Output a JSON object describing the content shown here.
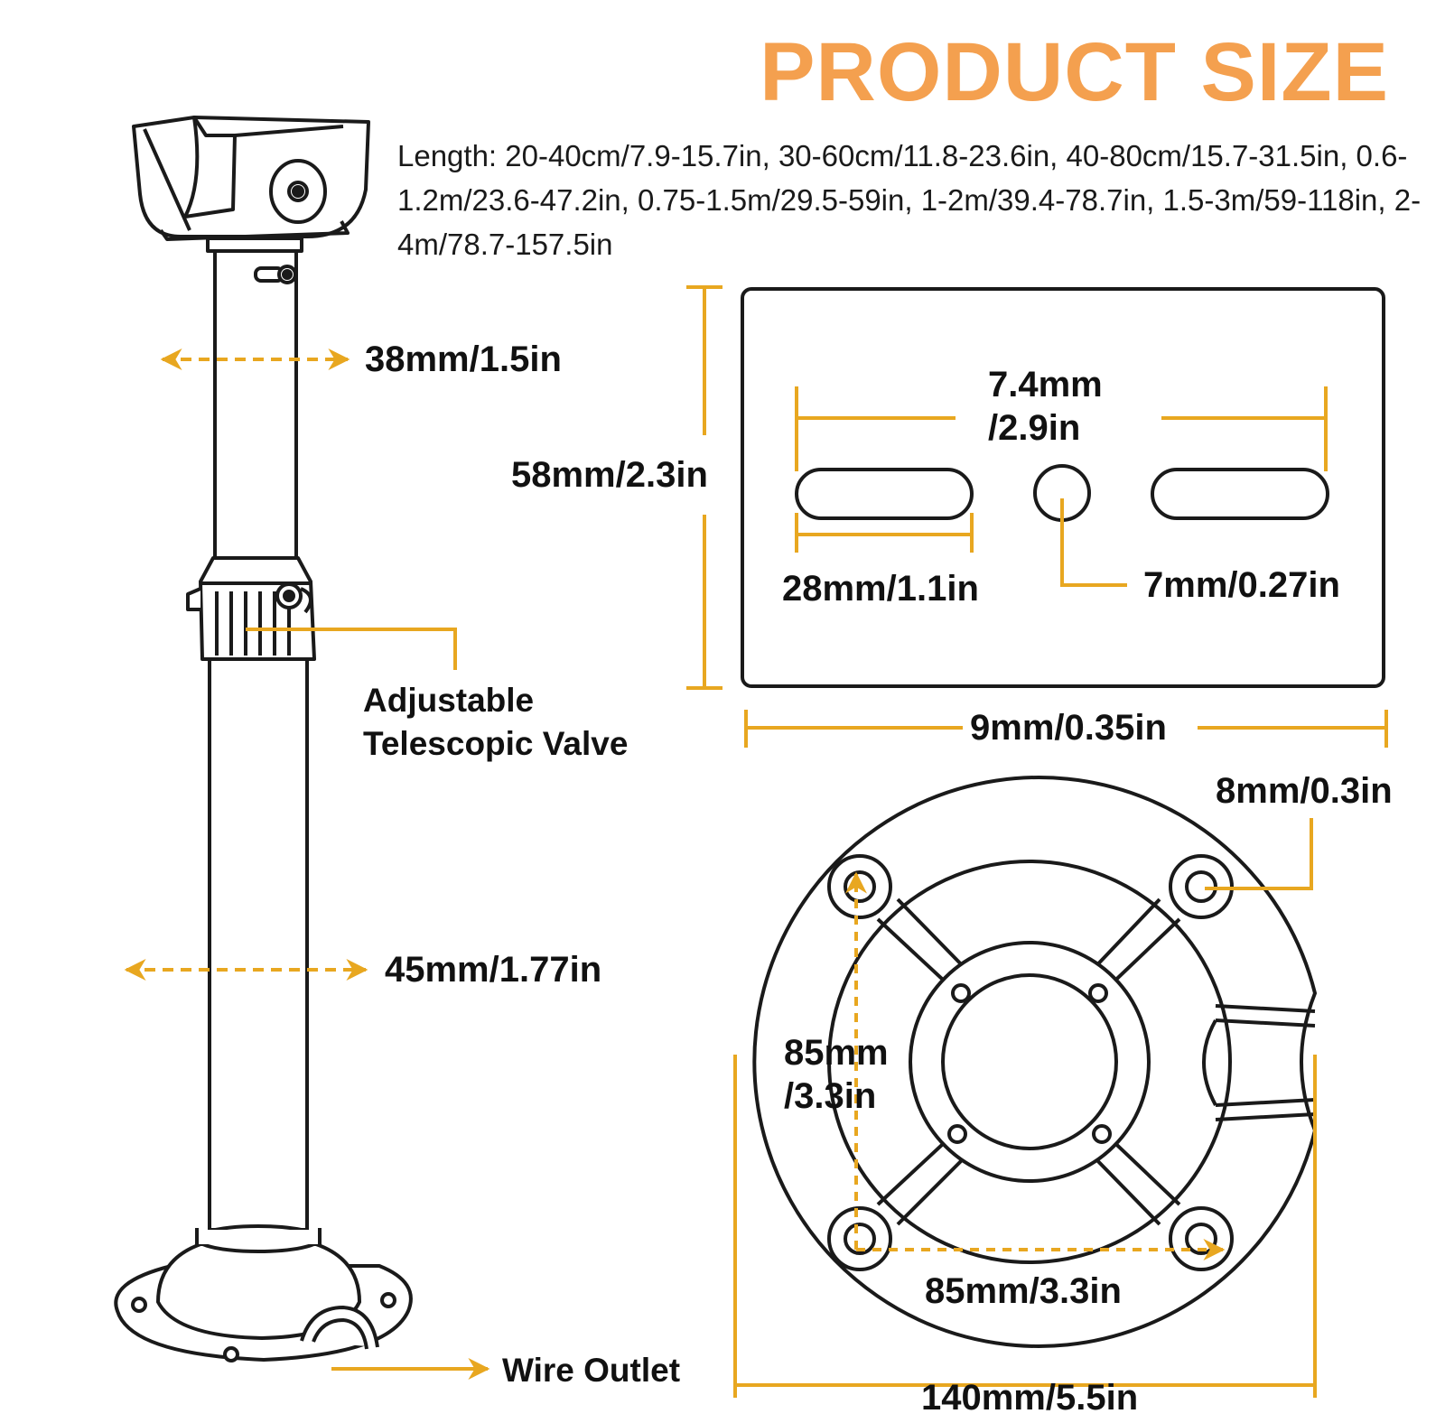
{
  "title": "PRODUCT SIZE",
  "length_spec": "Length: 20-40cm/7.9-15.7in, 30-60cm/11.8-23.6in, 40-80cm/15.7-31.5in, 0.6-1.2m/23.6-47.2in, 0.75-1.5m/29.5-59in, 1-2m/39.4-78.7in, 1.5-3m/59-118in, 2-4m/78.7-157.5in",
  "colors": {
    "title": "#F4A04F",
    "dimension": "#E8A720",
    "outline": "#1a1a1a"
  },
  "pole": {
    "top_diameter": "38mm/1.5in",
    "bottom_diameter": "45mm/1.77in",
    "valve_label_line1": "Adjustable",
    "valve_label_line2": "Telescopic Valve",
    "wire_outlet": "Wire Outlet"
  },
  "mount_plate": {
    "height": "58mm/2.3in",
    "slot_spacing_line1": "7.4mm",
    "slot_spacing_line2": "/2.9in",
    "slot_length": "28mm/1.1in",
    "hole_diameter": "7mm/0.27in",
    "thickness": "9mm/0.35in"
  },
  "base": {
    "hole_diameter": "8mm/0.3in",
    "vertical_spacing_line1": "85mm",
    "vertical_spacing_line2": "/3.3in",
    "horizontal_spacing": "85mm/3.3in",
    "diameter": "140mm/5.5in"
  }
}
